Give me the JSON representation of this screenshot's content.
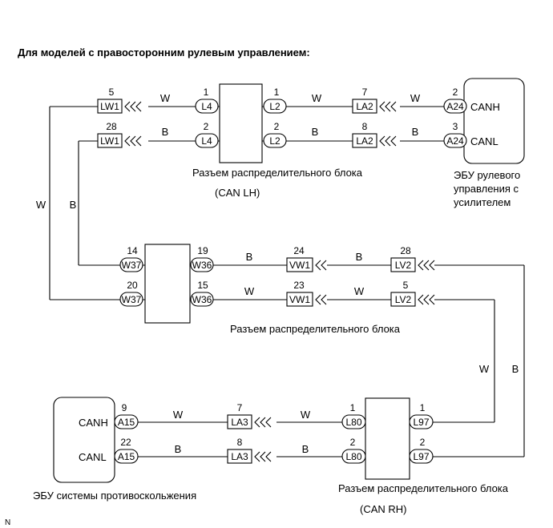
{
  "title": "Для моделей с правосторонним рулевым управлением:",
  "corner_mark": "N",
  "colors": {
    "line": "#000000",
    "background": "#ffffff"
  },
  "captions": {
    "jb_top": "Разъем распределительного блока",
    "jb_top_sub": "(CAN LH)",
    "jb_mid": "Разъем распределительного блока",
    "jb_bot": "Разъем распределительного блока",
    "jb_bot_sub": "(CAN RH)",
    "ecu_steer": [
      "ЭБУ рулевого",
      "управления с",
      "усилителем"
    ],
    "ecu_skid": "ЭБУ системы противоскольжения"
  },
  "ecu_steer_pins": [
    "CANH",
    "CANL"
  ],
  "ecu_skid_pins": [
    "CANH",
    "CANL"
  ],
  "pins": {
    "lw1_1": "5",
    "l4_1": "1",
    "l2_1": "1",
    "la2_1": "7",
    "a24_1": "2",
    "lw1_2": "28",
    "l4_2": "2",
    "l2_2": "2",
    "la2_2": "8",
    "a24_2": "3",
    "w37_1": "14",
    "w36_1": "19",
    "vw1_1": "24",
    "lv2_1": "28",
    "w37_2": "20",
    "w36_2": "15",
    "vw1_2": "23",
    "lv2_2": "5",
    "a15_1": "9",
    "la3_1": "7",
    "l80_1": "1",
    "l97_1": "1",
    "a15_2": "22",
    "la3_2": "8",
    "l80_2": "2",
    "l97_2": "2"
  },
  "connectors": {
    "lw1": "LW1",
    "l4": "L4",
    "l2": "L2",
    "la2": "LA2",
    "a24": "A24",
    "w37": "W37",
    "w36": "W36",
    "vw1": "VW1",
    "lv2": "LV2",
    "a15": "A15",
    "la3": "LA3",
    "l80": "L80",
    "l97": "L97"
  },
  "wire_colors": {
    "r1_a": "W",
    "r1_b": "W",
    "r1_c": "W",
    "r2_a": "B",
    "r2_b": "B",
    "r2_c": "B",
    "left_w": "W",
    "left_b": "B",
    "r3_a": "B",
    "r3_b": "B",
    "r4_a": "W",
    "r4_b": "W",
    "right_w": "W",
    "right_b": "B",
    "r5_a": "W",
    "r5_b": "W",
    "r6_a": "B",
    "r6_b": "B"
  }
}
